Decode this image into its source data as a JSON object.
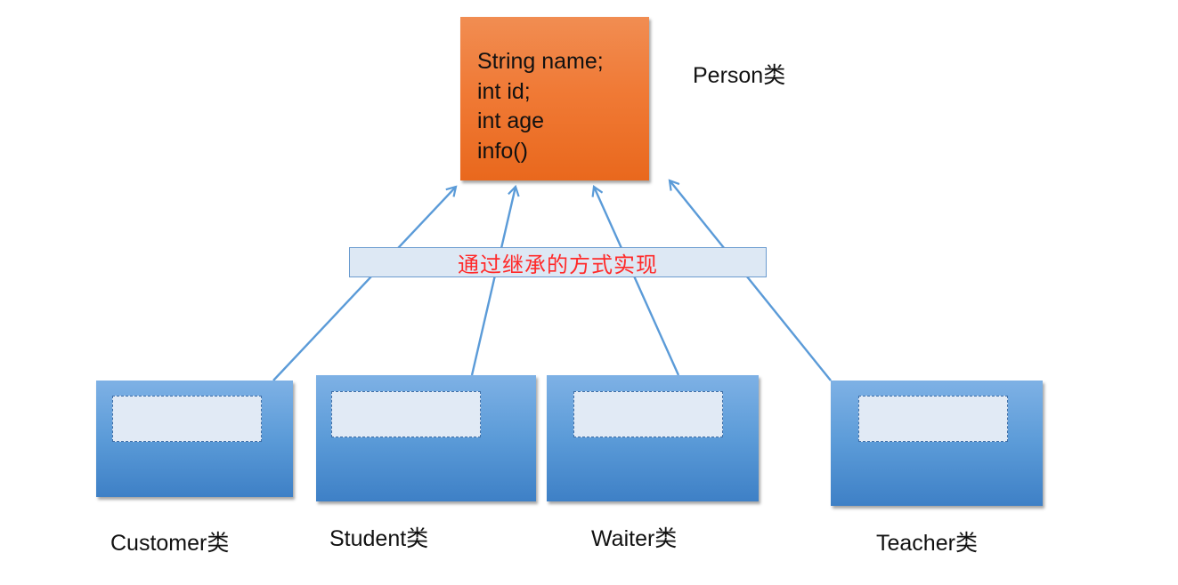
{
  "parent": {
    "fields": [
      "String name;",
      "int id;",
      "int age",
      "info()"
    ],
    "label": "Person类"
  },
  "relation": {
    "label": "通过继承的方式实现"
  },
  "children": [
    {
      "label": "Customer类"
    },
    {
      "label": "Student类"
    },
    {
      "label": "Waiter类"
    },
    {
      "label": "Teacher类"
    }
  ],
  "colors": {
    "parent_fill": "#f07a36",
    "child_fill": "#5b9bd8",
    "arrow": "#5b9bd8",
    "banner_fill": "#dde8f4",
    "banner_text": "#ff2a2a"
  }
}
